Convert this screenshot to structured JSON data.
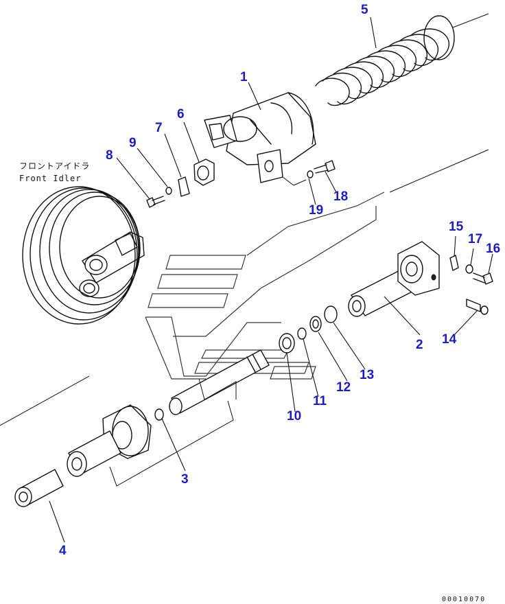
{
  "diagram": {
    "assembly_label_ja": "フロントアイドラ",
    "assembly_label_en": "Front Idler",
    "document_number": "00010070",
    "callouts": [
      {
        "id": "1",
        "label": "1"
      },
      {
        "id": "2",
        "label": "2"
      },
      {
        "id": "3",
        "label": "3"
      },
      {
        "id": "4",
        "label": "4"
      },
      {
        "id": "5",
        "label": "5"
      },
      {
        "id": "6",
        "label": "6"
      },
      {
        "id": "7",
        "label": "7"
      },
      {
        "id": "8",
        "label": "8"
      },
      {
        "id": "9",
        "label": "9"
      },
      {
        "id": "10",
        "label": "10"
      },
      {
        "id": "11",
        "label": "11"
      },
      {
        "id": "12",
        "label": "12"
      },
      {
        "id": "13",
        "label": "13"
      },
      {
        "id": "14",
        "label": "14"
      },
      {
        "id": "15",
        "label": "15"
      },
      {
        "id": "16",
        "label": "16"
      },
      {
        "id": "17",
        "label": "17"
      },
      {
        "id": "18",
        "label": "18"
      },
      {
        "id": "19",
        "label": "19"
      }
    ],
    "colors": {
      "callout": "#1a1ad0",
      "line": "#111111",
      "background": "#ffffff"
    }
  }
}
